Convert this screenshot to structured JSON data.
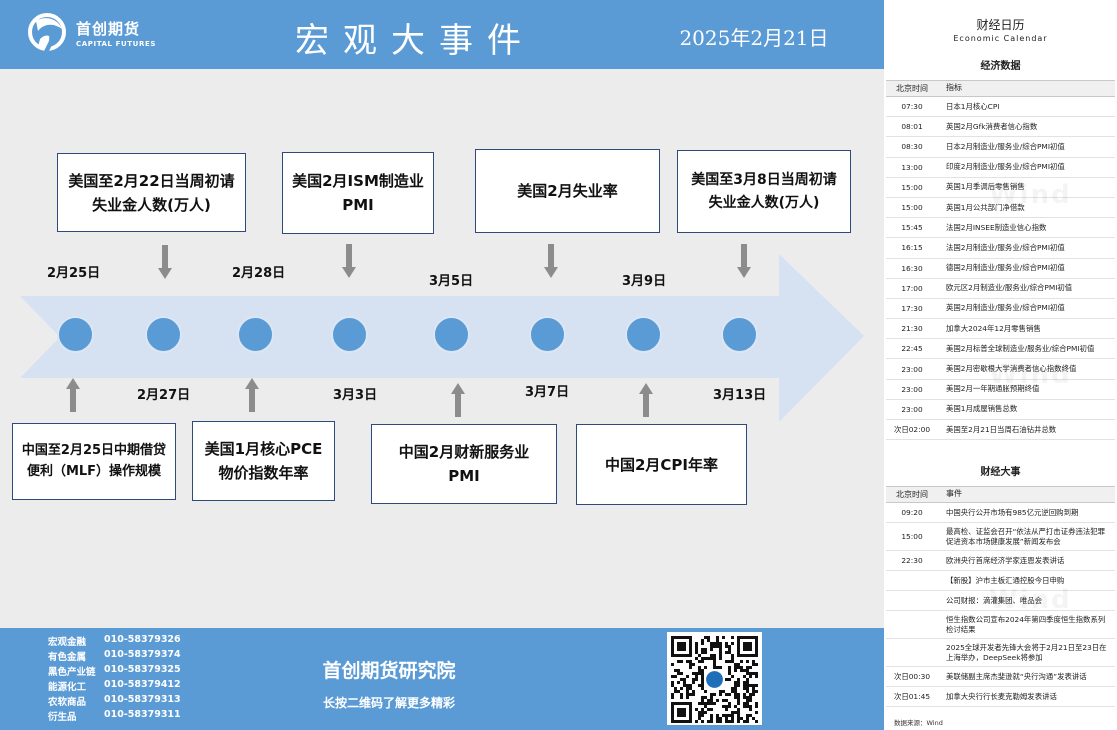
{
  "header": {
    "logo_cn": "首创期货",
    "logo_en": "CAPITAL FUTURES",
    "title": "宏观大事件",
    "date": "2025年2月21日"
  },
  "timeline": {
    "top_events": [
      {
        "lines": [
          "美国至2月22日当周初请",
          "失业金人数(万人)"
        ]
      },
      {
        "lines": [
          "美国2月ISM制造业",
          "PMI"
        ]
      },
      {
        "lines": [
          "美国2月失业率"
        ]
      },
      {
        "lines": [
          "美国至3月8日当周初请",
          "失业金人数(万人)"
        ]
      }
    ],
    "bottom_events": [
      {
        "lines": [
          "中国至2月25日中期借贷",
          "便利（MLF）操作规模"
        ]
      },
      {
        "lines": [
          "美国1月核心PCE",
          "物价指数年率"
        ]
      },
      {
        "lines": [
          "中国2月财新服务业",
          "PMI"
        ]
      },
      {
        "lines": [
          "中国2月CPI年率"
        ]
      }
    ],
    "top_dates": [
      "2月25日",
      "2月28日",
      "3月5日",
      "3月9日"
    ],
    "bottom_dates": [
      "2月27日",
      "3月3日",
      "3月7日",
      "3月13日"
    ]
  },
  "footer": {
    "contacts": [
      {
        "name": "宏观金融",
        "phone": "010-58379326"
      },
      {
        "name": "有色金属",
        "phone": "010-58379374"
      },
      {
        "name": "黑色产业链",
        "phone": "010-58379325"
      },
      {
        "name": "能源化工",
        "phone": "010-58379412"
      },
      {
        "name": "农软商品",
        "phone": "010-58379313"
      },
      {
        "name": "衍生品",
        "phone": "010-58379311"
      }
    ],
    "title": "首创期货研究院",
    "subtitle": "长按二维码了解更多精彩",
    "qr_icon": "qr-code-icon"
  },
  "calendar": {
    "title": "财经日历",
    "subtitle": "Economic Calendar",
    "econ_section": "经济数据",
    "econ_headers": {
      "time": "北京时间",
      "item": "指标"
    },
    "econ_rows": [
      {
        "time": "07:30",
        "item": "日本1月核心CPI"
      },
      {
        "time": "08:01",
        "item": "英国2月Gfk消费者信心指数"
      },
      {
        "time": "08:30",
        "item": "日本2月制造业/服务业/综合PMI初值"
      },
      {
        "time": "13:00",
        "item": "印度2月制造业/服务业/综合PMI初值"
      },
      {
        "time": "15:00",
        "item": "英国1月季调后零售销售"
      },
      {
        "time": "15:00",
        "item": "英国1月公共部门净借款"
      },
      {
        "time": "15:45",
        "item": "法国2月INSEE制造业信心指数"
      },
      {
        "time": "16:15",
        "item": "法国2月制造业/服务业/综合PMI初值"
      },
      {
        "time": "16:30",
        "item": "德国2月制造业/服务业/综合PMI初值"
      },
      {
        "time": "17:00",
        "item": "欧元区2月制造业/服务业/综合PMI初值"
      },
      {
        "time": "17:30",
        "item": "英国2月制造业/服务业/综合PMI初值"
      },
      {
        "time": "21:30",
        "item": "加拿大2024年12月零售销售"
      },
      {
        "time": "22:45",
        "item": "美国2月标普全球制造业/服务业/综合PMI初值"
      },
      {
        "time": "23:00",
        "item": "美国2月密歇根大学消费者信心指数终值"
      },
      {
        "time": "23:00",
        "item": "美国2月一年期通胀预期终值"
      },
      {
        "time": "23:00",
        "item": "美国1月成屋销售总数"
      },
      {
        "time": "次日02:00",
        "item": "美国至2月21日当周石油钻井总数"
      }
    ],
    "event_section": "财经大事",
    "event_headers": {
      "time": "北京时间",
      "item": "事件"
    },
    "event_rows": [
      {
        "time": "09:20",
        "item": "中国央行公开市场有985亿元逆回购到期"
      },
      {
        "time": "15:00",
        "item": "最高检、证监会召开“依法从严打击证券违法犯罪 促进资本市场健康发展”新闻发布会"
      },
      {
        "time": "22:30",
        "item": "欧洲央行首席经济学家连恩发表讲话"
      },
      {
        "time": "",
        "item": "【新股】沪市主板汇通控股今日申购"
      },
      {
        "time": "",
        "item": "公司财报：滴灌集团、唯品会"
      },
      {
        "time": "",
        "item": "恒生指数公司宣布2024年第四季度恒生指数系列检讨结果"
      },
      {
        "time": "",
        "item": "2025全球开发者先锋大会将于2月21日至23日在上海举办，DeepSeek将参加"
      },
      {
        "time": "次日00:30",
        "item": "美联储副主席杰斐逊就“央行沟通”发表讲话"
      },
      {
        "time": "次日01:45",
        "item": "加拿大央行行长麦克勒姆发表讲话"
      }
    ],
    "source": "数据来源：Wind",
    "watermark": "Wind"
  }
}
